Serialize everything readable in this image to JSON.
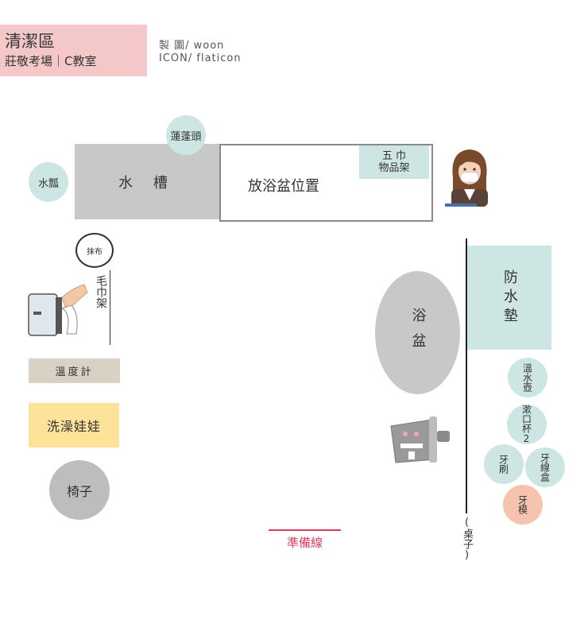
{
  "header": {
    "title": "清潔區",
    "subtitle": "莊敬考場｜C教室",
    "credit_maker": "製 圖/ woon",
    "credit_icon": "ICON/ flaticon"
  },
  "labels": {
    "sink": "水 槽",
    "tub_area": "放浴盆位置",
    "towel_shelf_line1": "五 巾",
    "towel_shelf_line2": "物品架",
    "shower_head": "蓮蓬頭",
    "water_ladle": "水瓢",
    "rag": "抹布",
    "towel_rack": "毛巾架",
    "thermometer": "溫度計",
    "bath_doll": "洗澡娃娃",
    "chair": "椅子",
    "bathtub": "浴盆",
    "waterproof_mat": "防水墊",
    "thermos": "溫水壺",
    "mouthwash_cup": "漱口杯2",
    "toothbrush": "牙刷",
    "floss_box": "牙線盒",
    "tooth_model": "牙模",
    "table": "(桌子)",
    "prep_line": "準備線"
  },
  "colors": {
    "header_bg": "#f4c8c8",
    "gray_block": "#c8c8c8",
    "mint": "#cde6e3",
    "thermometer_bg": "#d9d1c3",
    "doll_bg": "#fde39a",
    "tooth_model_bg": "#f6c4ae",
    "prep_line": "#d93c5a"
  },
  "icons": {
    "person": "teacher-with-mask-icon",
    "dispenser": "towel-dispenser-icon",
    "pot": "bucket-icon"
  }
}
